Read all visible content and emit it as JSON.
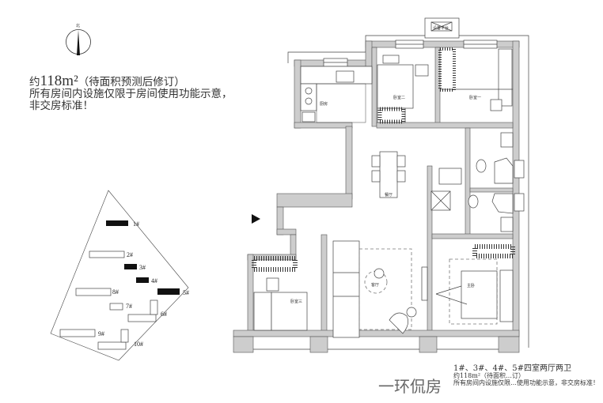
{
  "compass": {
    "label": "北"
  },
  "note": {
    "prefix": "约",
    "area": "118m²",
    "area_note": "（待面积预测后修订）",
    "line2": "所有房间内设施仅限于房间使用功能示意，",
    "line3": "非交房标准！"
  },
  "rooms": {
    "equipment": "设备平台",
    "kitchen": "厨房",
    "bedroom2": "卧室二",
    "bedroom1": "卧室一",
    "dining": "餐厅",
    "living": "客厅",
    "master": "主卧",
    "bedroom3": "卧室三"
  },
  "site_plan": {
    "buildings": [
      "1#",
      "2#",
      "3#",
      "4#",
      "5#",
      "6#",
      "7#",
      "8#",
      "9#",
      "10#"
    ]
  },
  "caption": {
    "line1": "1#、3#、4#、5#四室两厅两卫",
    "line2": "约118m²（待面积…订）",
    "line3": "所有房间内设施仅限…使用功能示意，非交房标准！"
  },
  "watermark": "一环侃房"
}
